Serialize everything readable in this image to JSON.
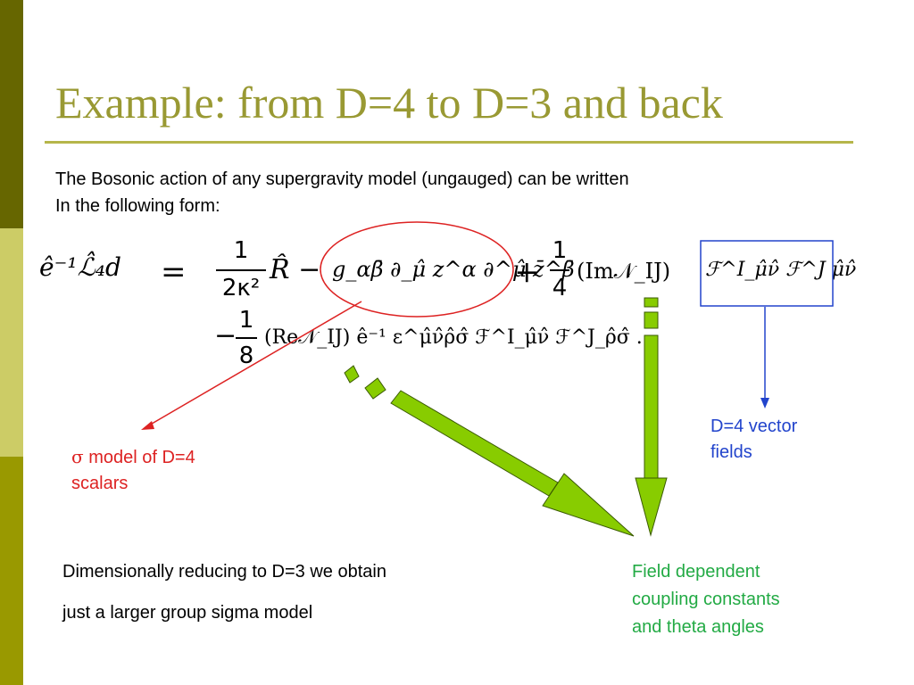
{
  "slide": {
    "title": "Example: from D=4 to D=3 and back",
    "intro_lines": [
      "The Bosonic action of any supergravity model (ungauged) can be written",
      "In the following form:"
    ]
  },
  "equation": {
    "lhs": "ê⁻¹ℒ̂₄d",
    "equals": "=",
    "frac1_num": "1",
    "frac1_den": "2κ²",
    "r_term": "R̂ −",
    "sigma_term": "g_αβ̄ ∂_μ̂ z^α ∂^μ̂ z̄^β̄",
    "plus": "+",
    "frac2_num": "1",
    "frac2_den": "4",
    "im_term": "(Im𝒩_IJ)",
    "vector_term": "ℱ^I_μ̂ν̂ ℱ^J μ̂ν̂",
    "minus": "−",
    "frac3_num": "1",
    "frac3_den": "8",
    "re_term": "(Re𝒩_IJ) ê⁻¹ ε^μ̂ν̂ρ̂σ̂ ℱ^I_μ̂ν̂ ℱ^J_ρ̂σ̂ ."
  },
  "annotations": {
    "sigma_symbol": "σ",
    "sigma_label_rest": " model of D=4",
    "sigma_label_line2": "scalars",
    "vector_label_line1": "D=4 vector",
    "vector_label_line2": "fields",
    "coupling_label": [
      "Field dependent",
      "coupling constants",
      "and theta angles"
    ],
    "reduction_line1": "Dimensionally reducing to D=3 we obtain",
    "reduction_line2": "just a larger group sigma model"
  },
  "colors": {
    "sidebar_dark": "#666600",
    "sidebar_light": "#cccc66",
    "sidebar_mid": "#999900",
    "title": "#999933",
    "rule": "#b6b64a",
    "sigma_red": "#dd2222",
    "vector_blue": "#2244cc",
    "coupling_green": "#22aa44",
    "arrow_fill": "#88cc00"
  }
}
